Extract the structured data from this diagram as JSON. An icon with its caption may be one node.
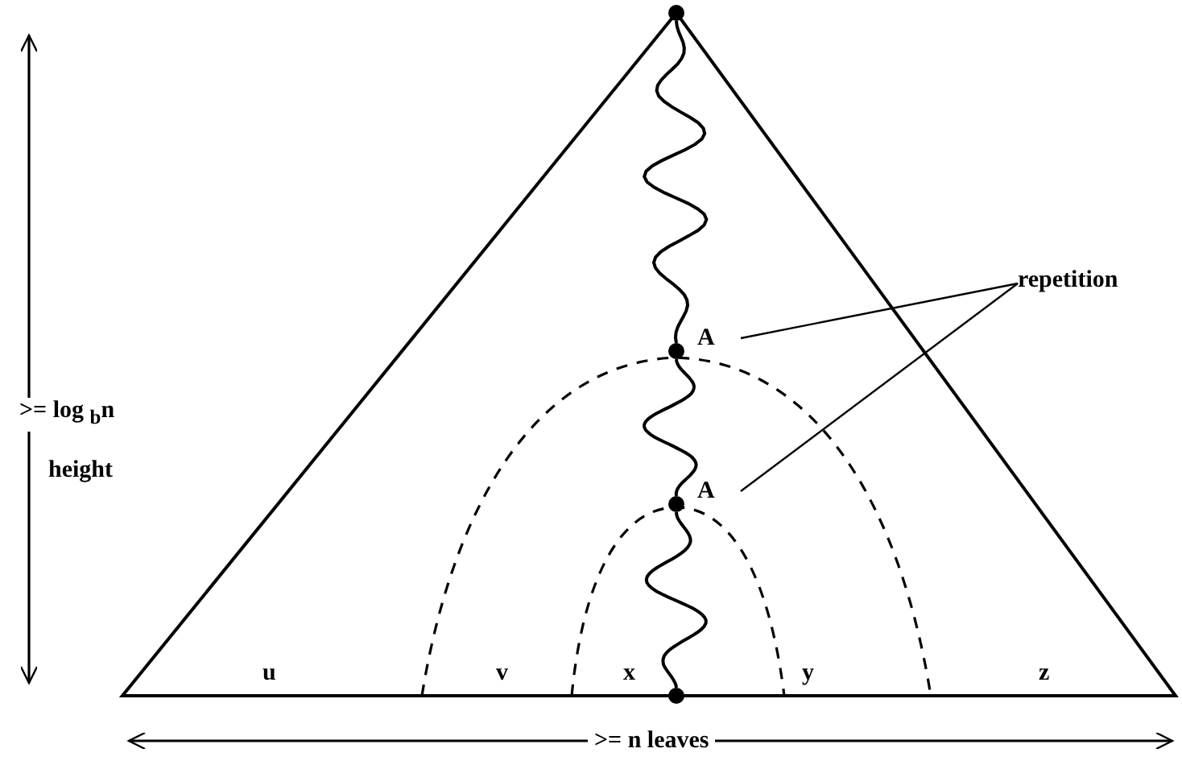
{
  "diagram": {
    "nodes": [
      {
        "text": [],
        "shape": "circle"
      },
      {
        "text": [],
        "shape": "circle",
        "beside": [
          "A"
        ]
      },
      {
        "text": [],
        "shape": "circle",
        "beside": [
          "A"
        ]
      },
      {
        "text": [],
        "shape": "circle"
      },
      {
        "text": [
          "repetition"
        ]
      }
    ],
    "edges": [
      {
        "from": 0,
        "to": 1,
        "arrow": "none"
      },
      {
        "from": 1,
        "to": 2,
        "arrow": "none"
      },
      {
        "from": 2,
        "to": 3,
        "arrow": "none"
      },
      {
        "from": 4,
        "to": 1,
        "arrow": "none"
      },
      {
        "from": 4,
        "to": 2,
        "arrow": "none"
      }
    ],
    "labels": [
      ">= log $_{b}$n",
      "height",
      "u",
      "v",
      "x",
      "y",
      "z",
      ">= n leaves"
    ]
  }
}
